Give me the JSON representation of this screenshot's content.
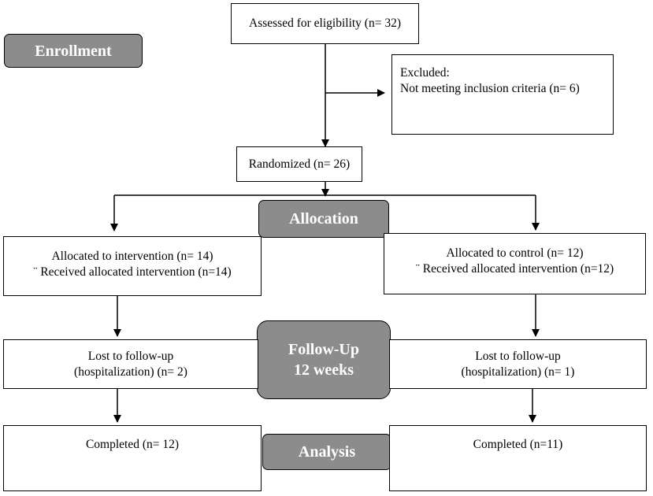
{
  "stages": {
    "enrollment": "Enrollment",
    "allocation": "Allocation",
    "followup_line1": "Follow-Up",
    "followup_line2": "12 weeks",
    "analysis": "Analysis"
  },
  "boxes": {
    "assessed": "Assessed for eligibility (n= 32)",
    "excluded_title": "Excluded:",
    "excluded_reason": "Not meeting inclusion criteria (n= 6)",
    "randomized": "Randomized (n= 26)",
    "alloc_intervention_line1": "Allocated to intervention (n= 14)",
    "alloc_intervention_line2": "¨ Received allocated intervention (n=14)",
    "alloc_control_line1": "Allocated to control (n= 12)",
    "alloc_control_line2": "¨ Received allocated intervention (n=12)",
    "lost_intervention_line1": "Lost to follow-up",
    "lost_intervention_line2": "(hospitalization) (n= 2)",
    "lost_control_line1": "Lost to follow-up",
    "lost_control_line2": "(hospitalization) (n= 1)",
    "completed_intervention": "Completed (n= 12)",
    "completed_control": "Completed (n=11)"
  },
  "colors": {
    "stage_fill": "#8c8c8c",
    "stage_text": "#ffffff",
    "line": "#000000"
  }
}
